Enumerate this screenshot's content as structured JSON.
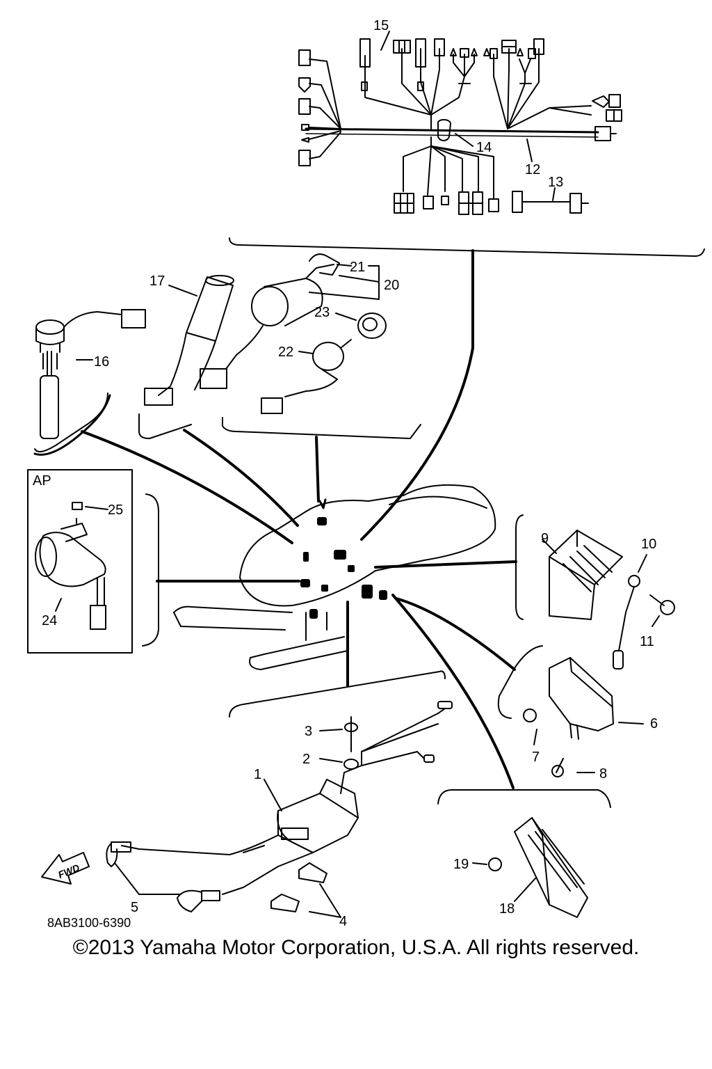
{
  "diagram": {
    "code": "8AB3100-6390",
    "inset_label": "AP",
    "arrow_label": "FWD",
    "copyright": "©2013 Yamaha Motor Corporation, U.S.A. All rights reserved.",
    "callouts": {
      "p1": "1",
      "p2": "2",
      "p3": "3",
      "p4": "4",
      "p5": "5",
      "p6": "6",
      "p7": "7",
      "p8": "8",
      "p9": "9",
      "p10": "10",
      "p11": "11",
      "p12": "12",
      "p13": "13",
      "p14": "14",
      "p15": "15",
      "p16": "16",
      "p17": "17",
      "p18": "18",
      "p19": "19",
      "p20": "20",
      "p21": "21",
      "p22": "22",
      "p23": "23",
      "p24": "24",
      "p25": "25"
    }
  }
}
